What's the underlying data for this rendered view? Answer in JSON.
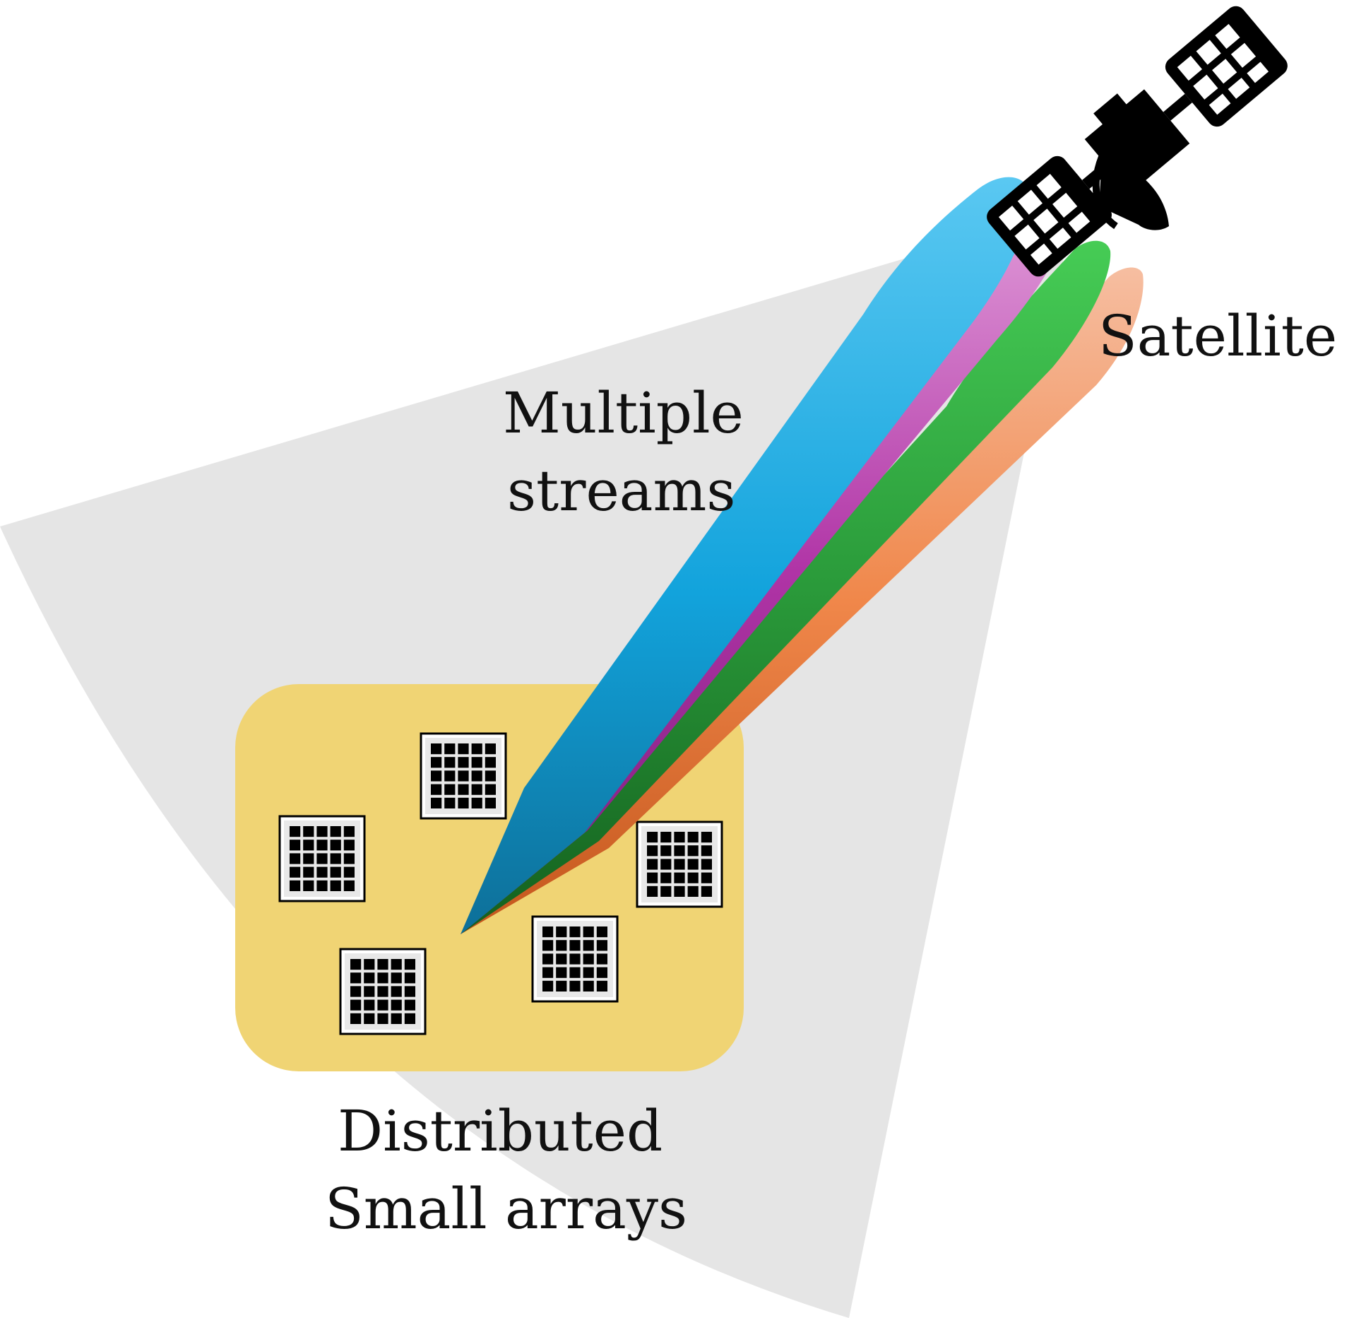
{
  "labels": {
    "satellite": "Satellite",
    "streams_line1": "Multiple",
    "streams_line2": "streams",
    "arrays_line1": "Distributed",
    "arrays_line2": "Small arrays"
  },
  "colors": {
    "coverage": "#e5e5e5",
    "array_area": "#f0d474",
    "beam_blue_top": "#5ac8f2",
    "beam_blue_bottom": "#0d6f98",
    "beam_magenta_top": "#e09ad8",
    "beam_magenta_bottom": "#7a1d7a",
    "beam_green_top": "#46cc55",
    "beam_green_bottom": "#14601e",
    "beam_orange_top": "#f6bea1",
    "beam_orange_bottom": "#c4561c",
    "panel_cell": "#000000",
    "satellite": "#000000"
  },
  "arrays": [
    {
      "name": "array-1"
    },
    {
      "name": "array-2"
    },
    {
      "name": "array-3"
    },
    {
      "name": "array-4"
    },
    {
      "name": "array-5"
    }
  ]
}
